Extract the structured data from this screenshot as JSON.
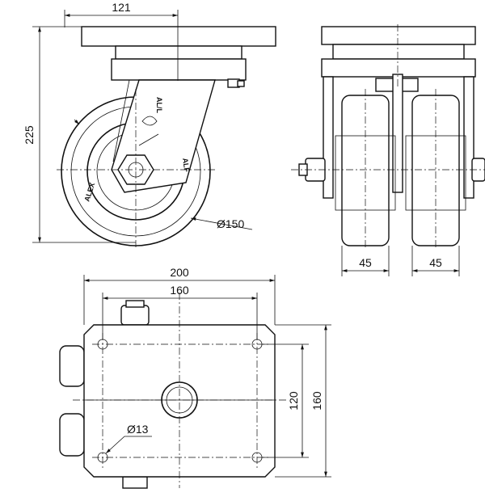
{
  "dimensions": {
    "plate_width_top": "121",
    "overall_height": "225",
    "wheel_diameter": "Ø150",
    "wheel_width_left": "45",
    "wheel_width_right": "45",
    "plate_width": "200",
    "hole_spacing_x": "160",
    "hole_spacing_y": "120",
    "plate_length": "160",
    "hole_diameter": "Ø13"
  },
  "markings": {
    "brand": "ALEX",
    "rim_code": "ALF",
    "fork_code": "AL/L"
  }
}
